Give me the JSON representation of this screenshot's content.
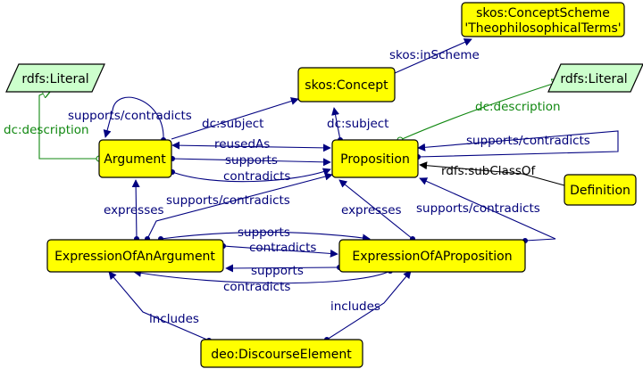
{
  "nodes": {
    "concept_scheme_line1": "skos:ConceptScheme",
    "concept_scheme_line2": "'TheophilosophicalTerms'",
    "skos_concept": "skos:Concept",
    "rdfs_literal_left": "rdfs:Literal",
    "rdfs_literal_right": "rdfs:Literal",
    "argument": "Argument",
    "proposition": "Proposition",
    "definition": "Definition",
    "expression_of_an_argument": "ExpressionOfAnArgument",
    "expression_of_a_proposition": "ExpressionOfAProposition",
    "discourse_element": "deo:DiscourseElement"
  },
  "edges": {
    "in_scheme": "skos:inScheme",
    "dc_subject_argument": "dc:subject",
    "dc_subject_proposition": "dc:subject",
    "dc_description_left": "dc:description",
    "dc_description_right": "dc:description",
    "argument_self_loop": "supports/contradicts",
    "reused_as": "reusedAs",
    "supports_arg_prop": "supports",
    "contradicts_arg_prop": "contradicts",
    "proposition_self_loop": "supports/contradicts",
    "sub_class_of": "rdfs:subClassOf",
    "expresses_argument": "expresses",
    "expresses_proposition": "expresses",
    "supports_contradicts_expr_arg_prop": "supports/contradicts",
    "supports_contradicts_expr_prop_prop": "supports/contradicts",
    "supports_expr_upper": "supports",
    "contradicts_expr_upper": "contradicts",
    "supports_expr_lower": "supports",
    "contradicts_expr_lower": "contradicts",
    "includes_left": "includes",
    "includes_right": "includes"
  },
  "colors": {
    "class_fill": "#ffff00",
    "literal_fill": "#ccffcc",
    "edge_blue": "#000080",
    "edge_green": "#118811"
  }
}
